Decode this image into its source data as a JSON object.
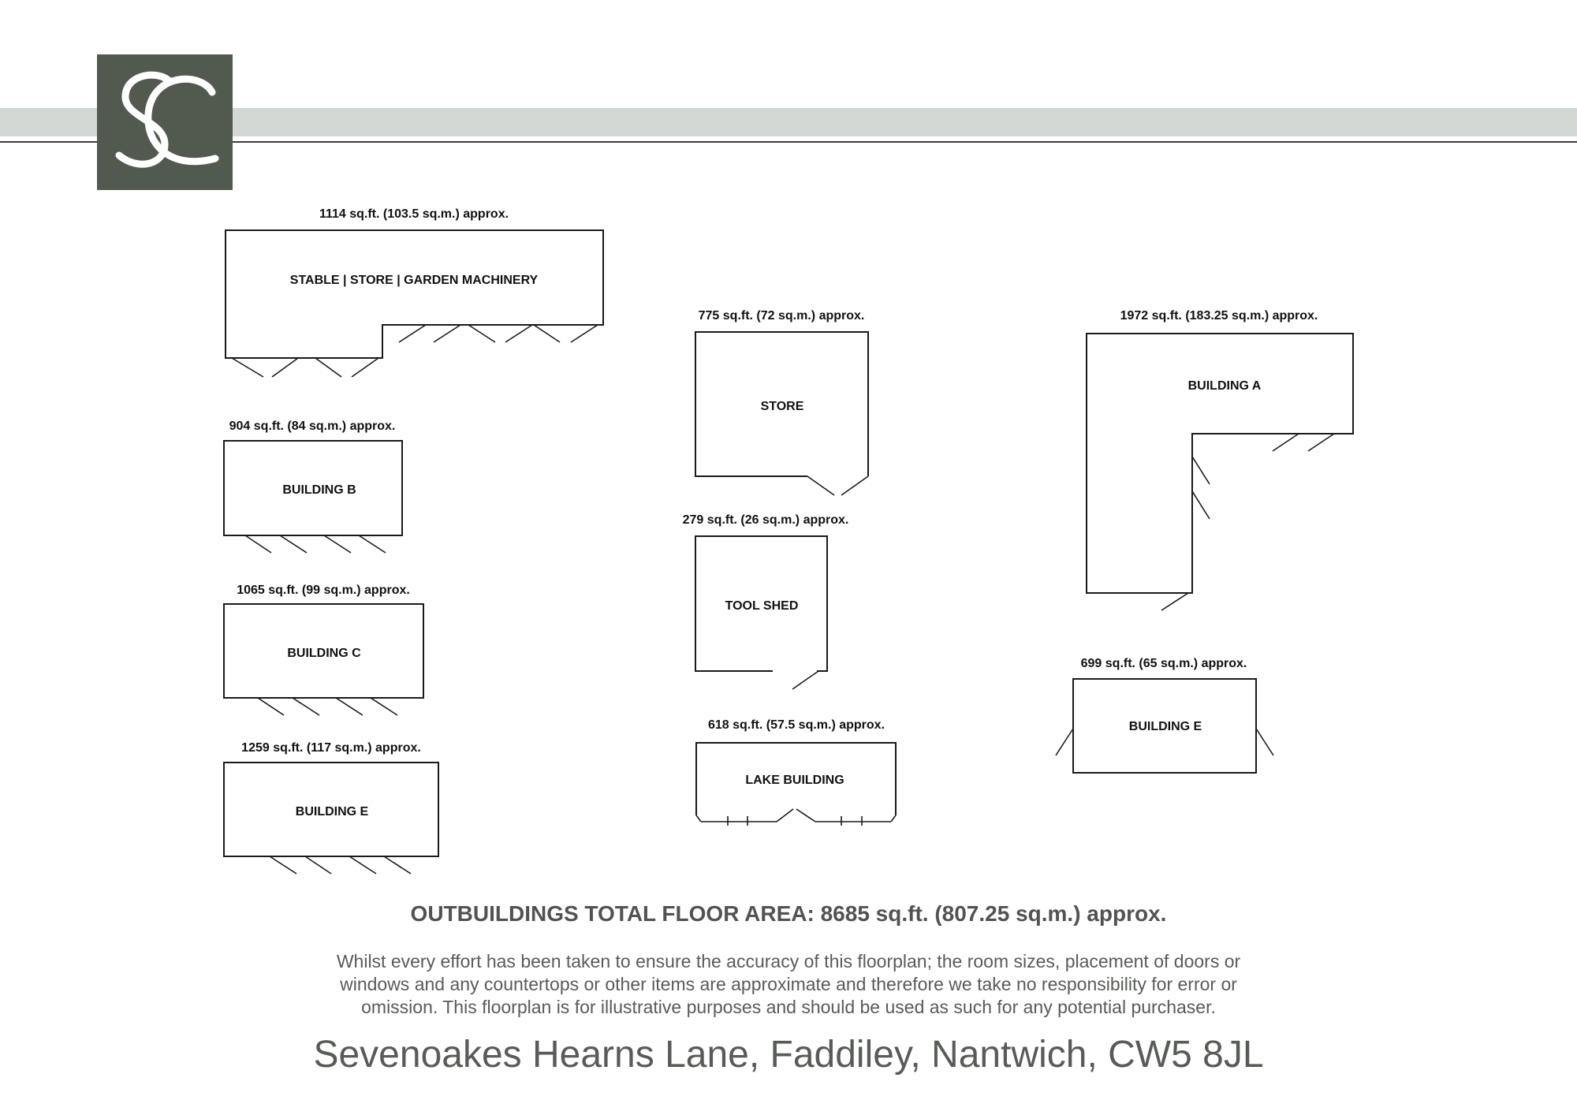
{
  "logo": {
    "monogram": "SC",
    "bg": "#525a50",
    "fg": "#ffffff"
  },
  "band_color": "#d3d7d3",
  "buildings": [
    {
      "key": "stable",
      "name": "STABLE | STORE | GARDEN MACHINERY",
      "area": "1114 sq.ft. (103.5 sq.m.) approx."
    },
    {
      "key": "b",
      "name": "BUILDING B",
      "area": "904 sq.ft. (84 sq.m.) approx."
    },
    {
      "key": "c",
      "name": "BUILDING C",
      "area": "1065 sq.ft. (99 sq.m.) approx."
    },
    {
      "key": "e-left",
      "name": "BUILDING E",
      "area": "1259 sq.ft. (117 sq.m.) approx."
    },
    {
      "key": "store",
      "name": "STORE",
      "area": "775 sq.ft. (72 sq.m.) approx."
    },
    {
      "key": "tool-shed",
      "name": "TOOL SHED",
      "area": "279 sq.ft. (26 sq.m.) approx."
    },
    {
      "key": "lake",
      "name": "LAKE BUILDING",
      "area": "618 sq.ft. (57.5 sq.m.) approx."
    },
    {
      "key": "a",
      "name": "BUILDING A",
      "area": "1972 sq.ft. (183.25 sq.m.) approx."
    },
    {
      "key": "e-right",
      "name": "BUILDING E",
      "area": "699 sq.ft. (65 sq.m.) approx."
    }
  ],
  "total_area": "OUTBUILDINGS TOTAL FLOOR AREA: 8685 sq.ft. (807.25 sq.m.) approx.",
  "disclaimer": "Whilst every effort has been taken to ensure the accuracy of this floorplan; the room sizes, placement of doors or windows and any countertops or other items are approximate and therefore we take no responsibility for error or omission. This floorplan is for illustrative purposes and should be used as such for any potential purchaser.",
  "address": "Sevenoakes Hearns Lane, Faddiley, Nantwich, CW5 8JL"
}
